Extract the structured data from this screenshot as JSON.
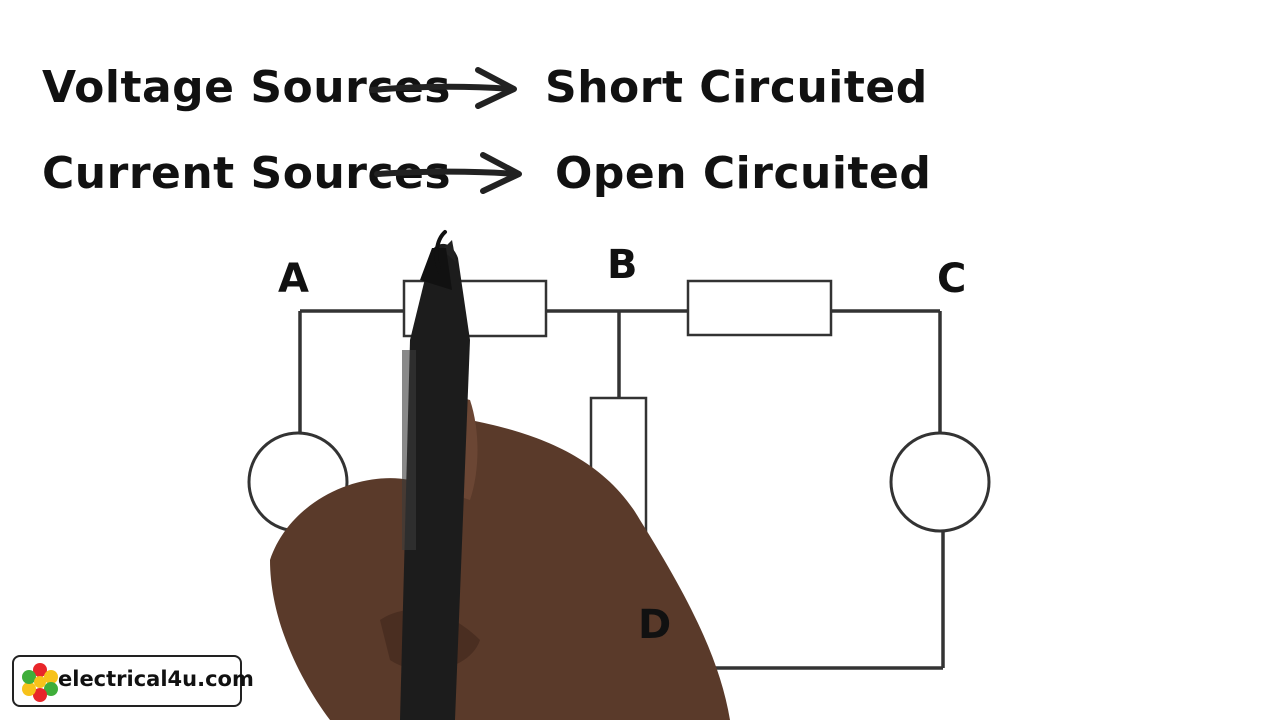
{
  "rules": {
    "row1": {
      "source": "Voltage Sources",
      "result": "Short Circuited"
    },
    "row2": {
      "source": "Current Sources",
      "result": "Open Circuited"
    }
  },
  "nodes": {
    "a": "A",
    "b": "B",
    "c": "C",
    "d": "D"
  },
  "logo": {
    "text": "electrical4u.com",
    "colors": [
      "#e8262a",
      "#f7c21a",
      "#3fae3a"
    ]
  }
}
